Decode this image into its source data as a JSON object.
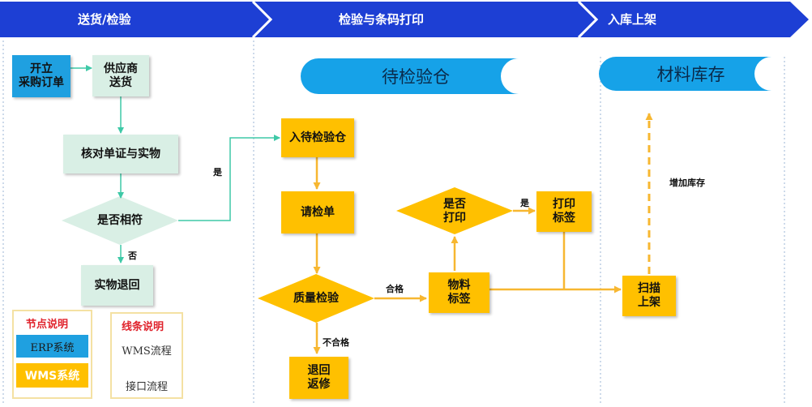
{
  "phases": [
    {
      "label": "送货/检验"
    },
    {
      "label": "检验与条码打印"
    },
    {
      "label": "入库上架"
    }
  ],
  "zones": {
    "inspection_warehouse": "待检验仓",
    "material_inventory": "材料库存"
  },
  "nodes": {
    "open_po": "开立\n采购订单",
    "supplier_delivery": "供应商\n送货",
    "verify_docs": "核对单证与实物",
    "is_match": "是否相符",
    "return_goods": "实物退回",
    "into_inspection": "入待检验仓",
    "request_inspection": "请检单",
    "quality_check": "质量检验",
    "return_repair": "退回\n返修",
    "print_decision": "是否\n打印",
    "print_label": "打印\n标签",
    "material_label": "物料\n标签",
    "scan_shelve": "扫描\n上架"
  },
  "edge_labels": {
    "yes_match": "是",
    "no_match": "否",
    "pass": "合格",
    "fail": "不合格",
    "yes_print": "是",
    "add_stock": "增加库存"
  },
  "legend": {
    "node_title": "节点说明",
    "erp": "ERP系统",
    "wms": "WMS系统",
    "line_title": "线条说明",
    "wms_flow": "WMS流程",
    "interface_flow": "接口流程"
  },
  "colors": {
    "phase_bar": "#1d3fd4",
    "zone_banner": "#16a2e8",
    "erp_node": "#1fa0e0",
    "wms_node": "#ffc000",
    "manual_node": "#d9efe5",
    "teal_line": "#3ec9a7",
    "wms_line": "#f7b731",
    "interface_line": "#f7b731",
    "divider": "#9bb5d6"
  }
}
